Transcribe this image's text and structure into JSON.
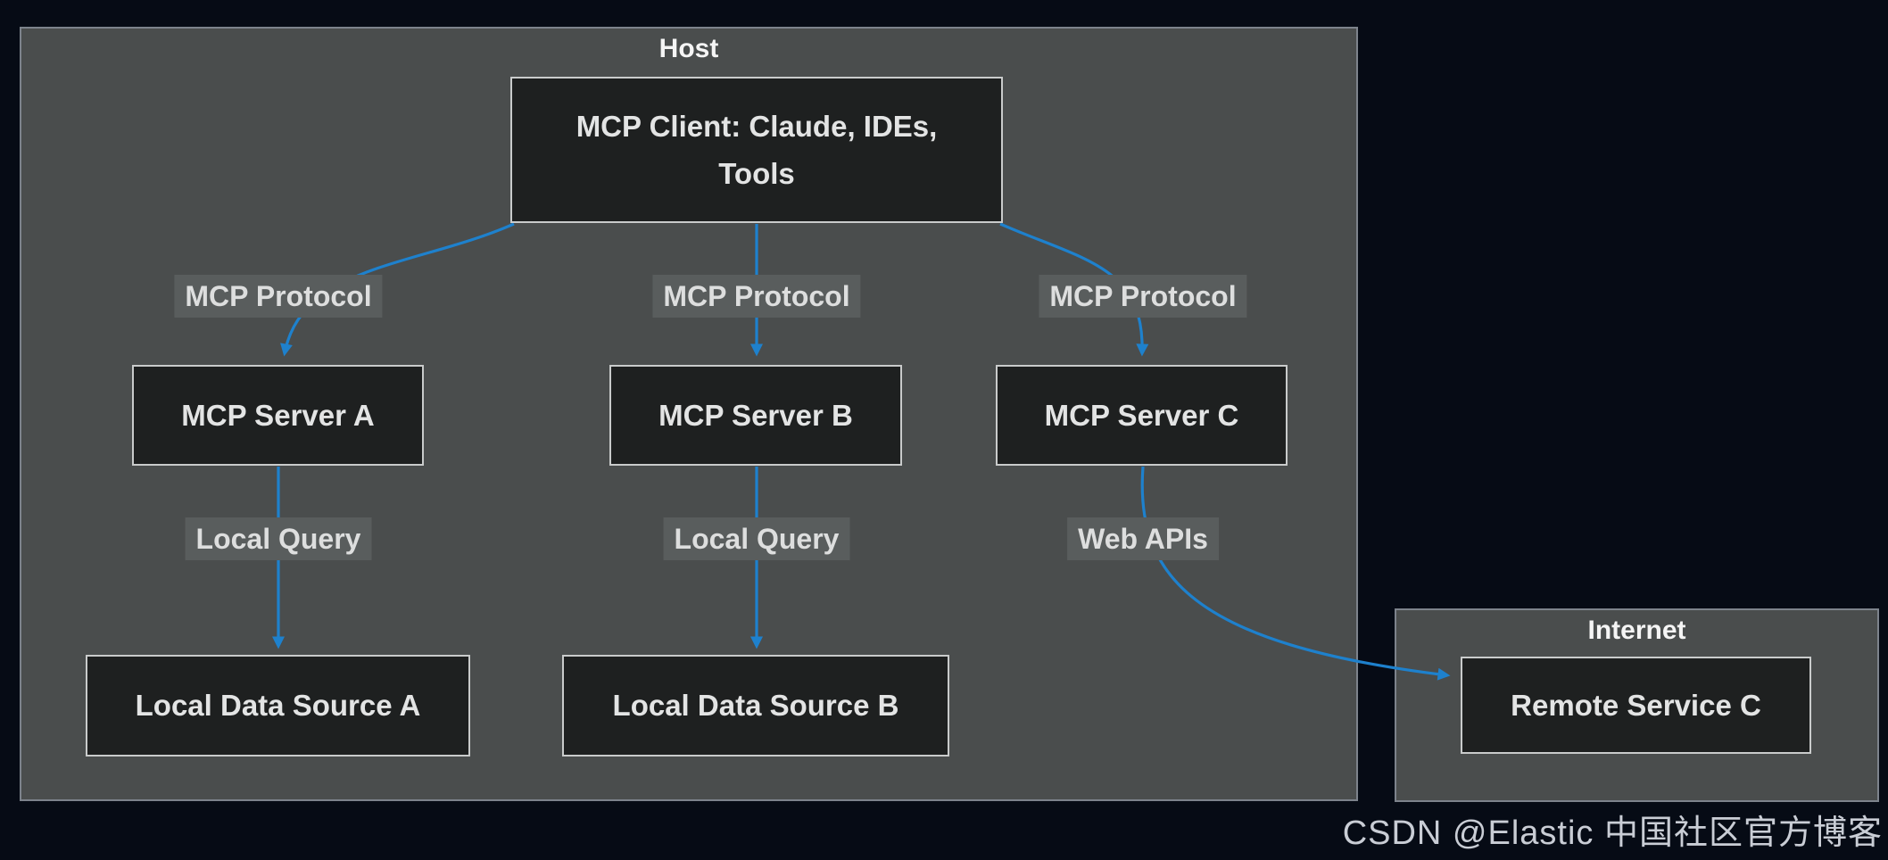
{
  "colors": {
    "background": "#060b15",
    "container_fill": "#4a4d4d",
    "container_border": "#7d838c",
    "node_fill": "#1e2020",
    "node_border": "#c9cbcb",
    "chip_fill": "#595d5d",
    "text": "#e3e4e4",
    "title_text": "#f5f5f5",
    "arrow": "#1e81cd",
    "watermark_text": "#c9cdd5"
  },
  "host": {
    "title": "Host",
    "client_label": "MCP Client: Claude, IDEs, Tools",
    "protocol_labels": [
      "MCP Protocol",
      "MCP Protocol",
      "MCP Protocol"
    ],
    "servers": [
      "MCP Server A",
      "MCP Server B",
      "MCP Server C"
    ],
    "query_labels": [
      "Local Query",
      "Local Query",
      "Web APIs"
    ],
    "data_sources": [
      "Local Data Source A",
      "Local Data Source B"
    ]
  },
  "internet": {
    "title": "Internet",
    "service_label": "Remote Service C"
  },
  "watermark": "CSDN @Elastic 中国社区官方博客"
}
